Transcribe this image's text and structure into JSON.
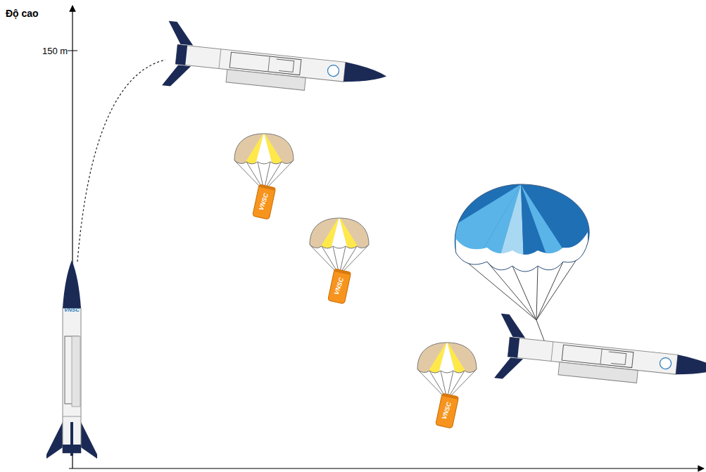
{
  "diagram": {
    "labels": [
      "Độ cao",
      "150 m",
      "VNSC",
      "VNSC",
      "VNSC",
      "VNSC"
    ]
  }
}
